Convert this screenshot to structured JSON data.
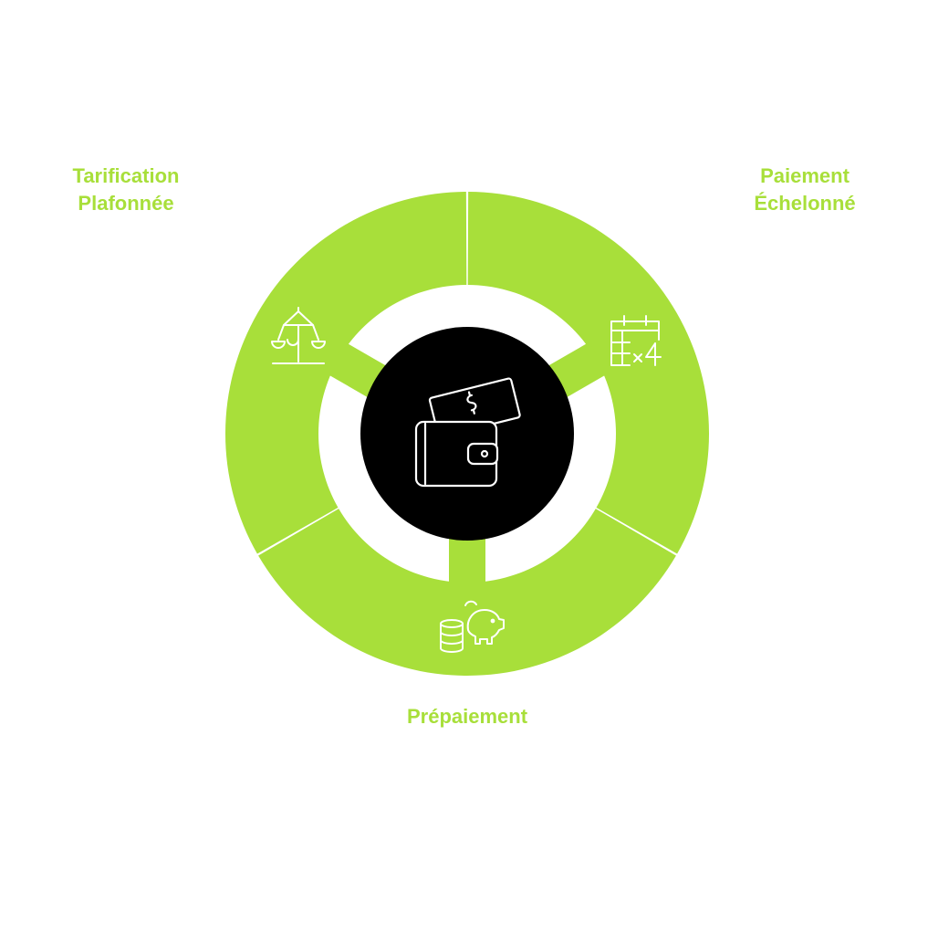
{
  "colors": {
    "segment": "#A8DF3A",
    "label": "#A8DF3A",
    "center": "#000000",
    "icon_light": "#ffffff",
    "background": "#ffffff"
  },
  "center": {
    "icon": "wallet-with-cash-icon"
  },
  "segments": [
    {
      "id": "tarification-plafonnee",
      "label_lines": [
        "Tarification",
        "Plafonnée"
      ],
      "icon": "carousel-icon"
    },
    {
      "id": "paiement-echelonne",
      "label_lines": [
        "Paiement",
        "Échelonné"
      ],
      "icon": "calendar-times-four-icon"
    },
    {
      "id": "prepaiement",
      "label_lines": [
        "Prépaiement"
      ],
      "icon": "piggy-bank-coins-icon"
    }
  ]
}
